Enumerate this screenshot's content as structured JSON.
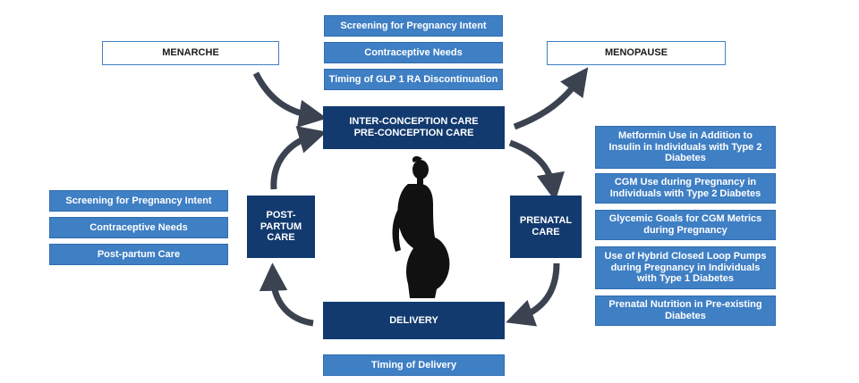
{
  "stage_labels": {
    "menarche": "MENARCHE",
    "menopause": "MENOPAUSE"
  },
  "top_items": [
    "Screening for Pregnancy Intent",
    "Contraceptive Needs",
    "Timing of GLP 1 RA Discontinuation"
  ],
  "center_box": {
    "line1": "INTER-CONCEPTION CARE",
    "line2": "PRE-CONCEPTION CARE"
  },
  "postpartum_box": [
    "POST-",
    "PARTUM",
    "CARE"
  ],
  "prenatal_box": [
    "PRENATAL",
    "CARE"
  ],
  "delivery_box": "DELIVERY",
  "left_items": [
    "Screening for Pregnancy Intent",
    "Contraceptive Needs",
    "Post-partum Care"
  ],
  "right_items": [
    [
      "Metformin Use in Addition to",
      "Insulin in Individuals with Type 2",
      "Diabetes"
    ],
    [
      "CGM Use during Pregnancy in",
      "Individuals with Type 2 Diabetes"
    ],
    [
      "Glycemic Goals for CGM Metrics",
      "during Pregnancy"
    ],
    [
      "Use of Hybrid Closed Loop Pumps",
      "during Pregnancy in Individuals",
      "with Type 1 Diabetes"
    ],
    [
      "Prenatal Nutrition in Pre-existing",
      "Diabetes"
    ]
  ],
  "bottom_item": "Timing of Delivery",
  "colors": {
    "dark_box": "#123a6e",
    "light_box": "#3f7fc4",
    "arrow": "#3b4250",
    "silhouette": "#111111"
  }
}
